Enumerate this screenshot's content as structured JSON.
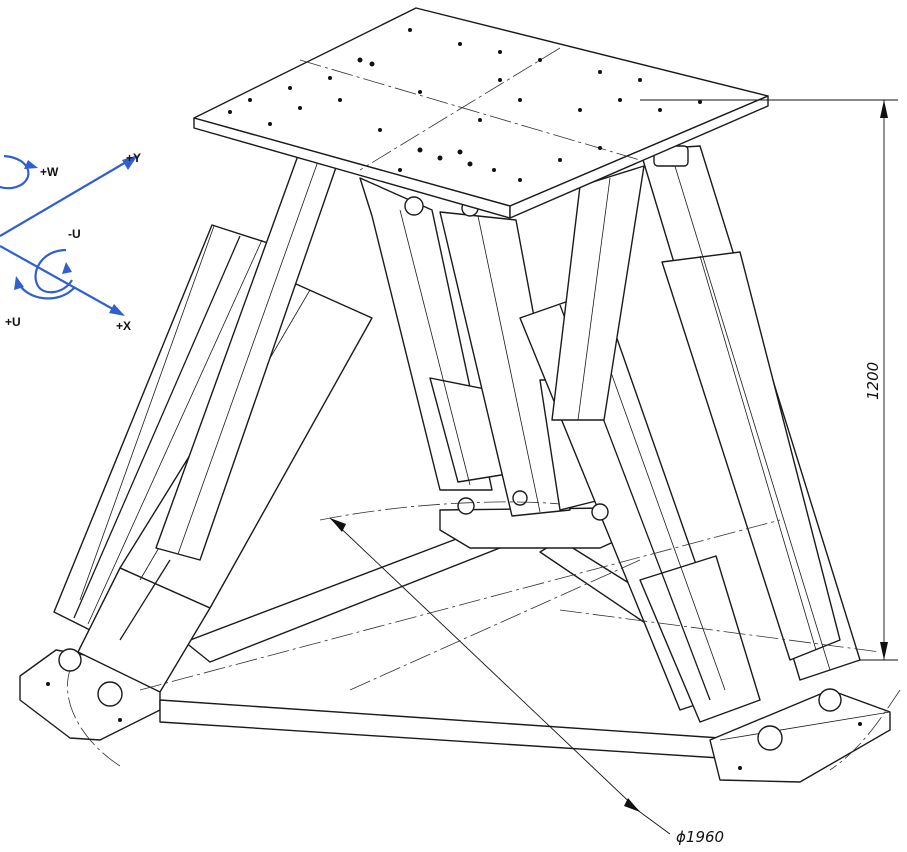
{
  "axes": {
    "w_label": "+W",
    "y_label": "+Y",
    "neg_u_label": "-U",
    "u_label": "+U",
    "x_label": "+X",
    "arrow_color": "#2f5fd0"
  },
  "dimensions": {
    "height": "1200",
    "diameter": "ϕ1960"
  }
}
